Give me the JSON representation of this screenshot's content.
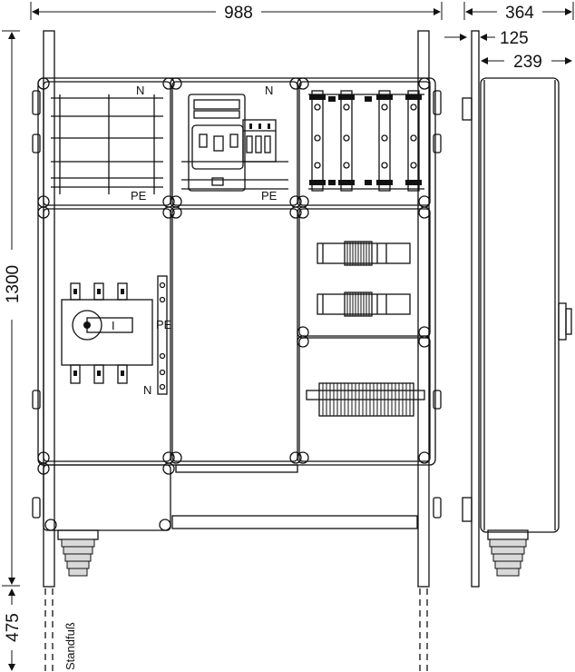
{
  "dimensions": {
    "width_front": "988",
    "depth_total": "364",
    "depth_mount": "125",
    "depth_housing": "239",
    "height": "1300",
    "stand_height": "475"
  },
  "labels": {
    "neutral_1": "N",
    "neutral_2": "N",
    "neutral_3": "N",
    "pe_1": "PE",
    "pe_2": "PE",
    "pe_3": "PE",
    "switch_i": "I",
    "standfuss": "Standfuß"
  }
}
